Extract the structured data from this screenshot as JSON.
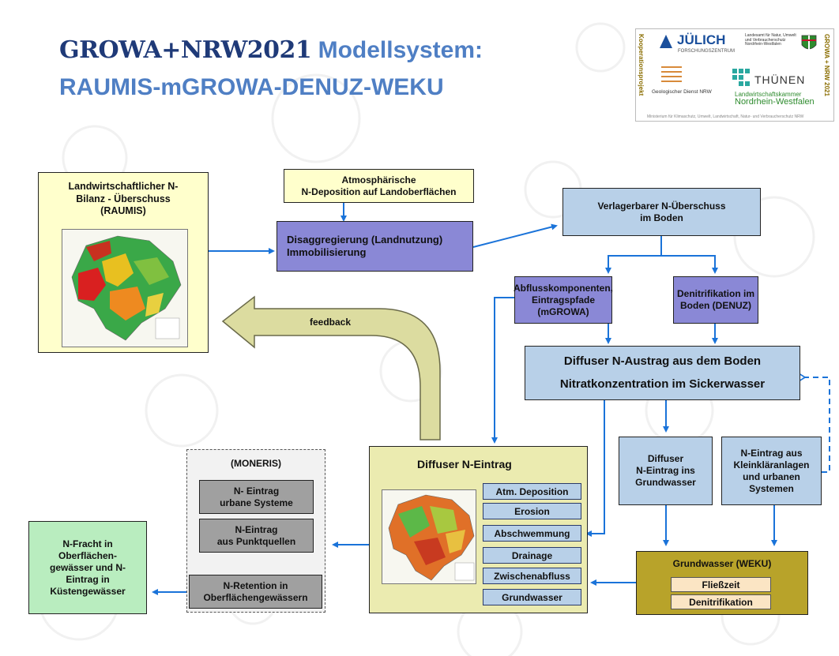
{
  "title": {
    "part1": "GROWA+NRW2021",
    "part2": " Modellsystem:",
    "line2": "RAUMIS-mGROWA-DENUZ-WEKU"
  },
  "logo": {
    "side_left": "Kooperationsprojekt",
    "side_right": "GROWA + NRW 2021",
    "juelich": "JÜLICH",
    "juelich_sub": "FORSCHUNGSZENTRUM",
    "lanuv": "Landesamt für Natur, Umwelt und Verbraucherschutz Nordrhein-Westfalen",
    "gd": "Geologischer Dienst NRW",
    "thuenen": "THÜNEN",
    "lwk1": "Landwirtschaftskammer",
    "lwk2": "Nordrhein-Westfalen",
    "footer": "Ministerium für Klimaschutz, Umwelt, Landwirtschaft, Natur- und Verbraucherschutz NRW"
  },
  "boxes": {
    "raumis": "Landwirtschaftlicher N-\nBilanz - Überschuss\n(RAUMIS)",
    "atm": "Atmosphärische\nN-Deposition auf Landoberflächen",
    "disagg": "Disaggregierung (Landnutzung)\nImmobilisierung",
    "verlager": "Verlagerbarer N-Überschuss\nim Boden",
    "abfluss": "Abflusskomponenten,\nEintragspfade\n(mGROWA)",
    "denitr": "Denitrifikation im\nBoden (DENUZ)",
    "diffaus": "Diffuser N-Austrag aus dem Boden\nNitratkonzentration im Sickerwasser",
    "feedback": "feedback",
    "diffgw": "Diffuser\nN-Eintrag ins\nGrundwasser",
    "klein": "N-Eintrag aus\nKleinkläranlagen\nund urbanen\nSystemen",
    "gw_title": "Grundwasser (WEKU)",
    "gw_items": [
      "Fließzeit",
      "Denitrifikation"
    ],
    "diffein_title": "Diffuser N-Eintrag",
    "diffein_items": [
      "Atm. Deposition",
      "Erosion",
      "Abschwemmung",
      "Drainage",
      "Zwischenabfluss",
      "Grundwasser"
    ],
    "moneris_title": "(MONERIS)",
    "moneris_items": [
      "N- Eintrag\nurbane Systeme",
      "N-Eintrag\naus Punktquellen",
      "N-Retention in\nOberflächengewässern"
    ],
    "nfracht": "N-Fracht in\nOberflächen-\ngewässer und N-\nEintrag in\nKüstengewässer"
  },
  "colors": {
    "arrow": "#1a73d9",
    "title_dark": "#1f3a78",
    "title_light": "#4f7fc4"
  }
}
